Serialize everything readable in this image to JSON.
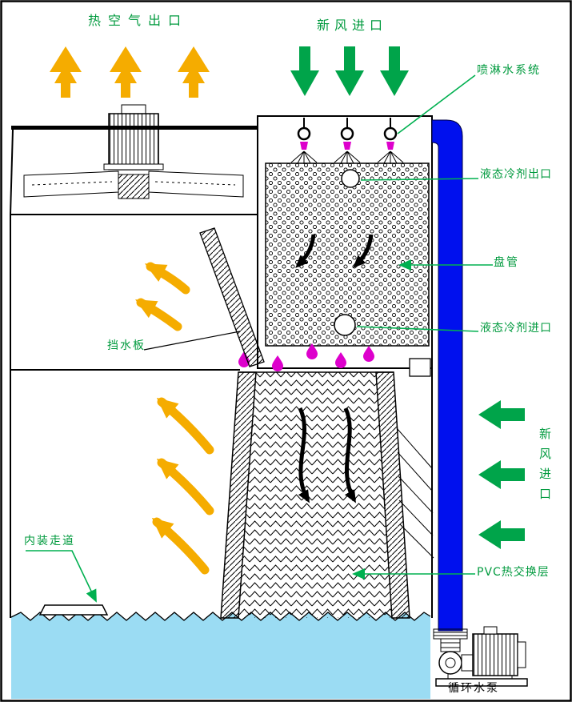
{
  "labels": {
    "hot_air_outlet": "热空气出口",
    "fresh_air_inlet_top": "新风进口",
    "spray_water_system": "喷淋水系统",
    "liquid_refrigerant_outlet": "液态冷剂出口",
    "coil": "盘管",
    "liquid_refrigerant_inlet": "液态冷剂进口",
    "fresh_air_inlet_right": "新风进口",
    "pvc_heat_exchange_layer": "PVC热交换层",
    "water_baffle": "挡水板",
    "internal_walkway": "内装走道",
    "circulating_pump": "循环水泵"
  },
  "colors": {
    "hot_air_arrow": "#F5AC00",
    "fresh_air_arrow": "#00A44A",
    "label_green": "#009A3E",
    "leader_green": "#00B050",
    "pipe_blue": "#0010EE",
    "water_blue": "#9BDCF3",
    "droplet_magenta": "#DD00CC"
  }
}
